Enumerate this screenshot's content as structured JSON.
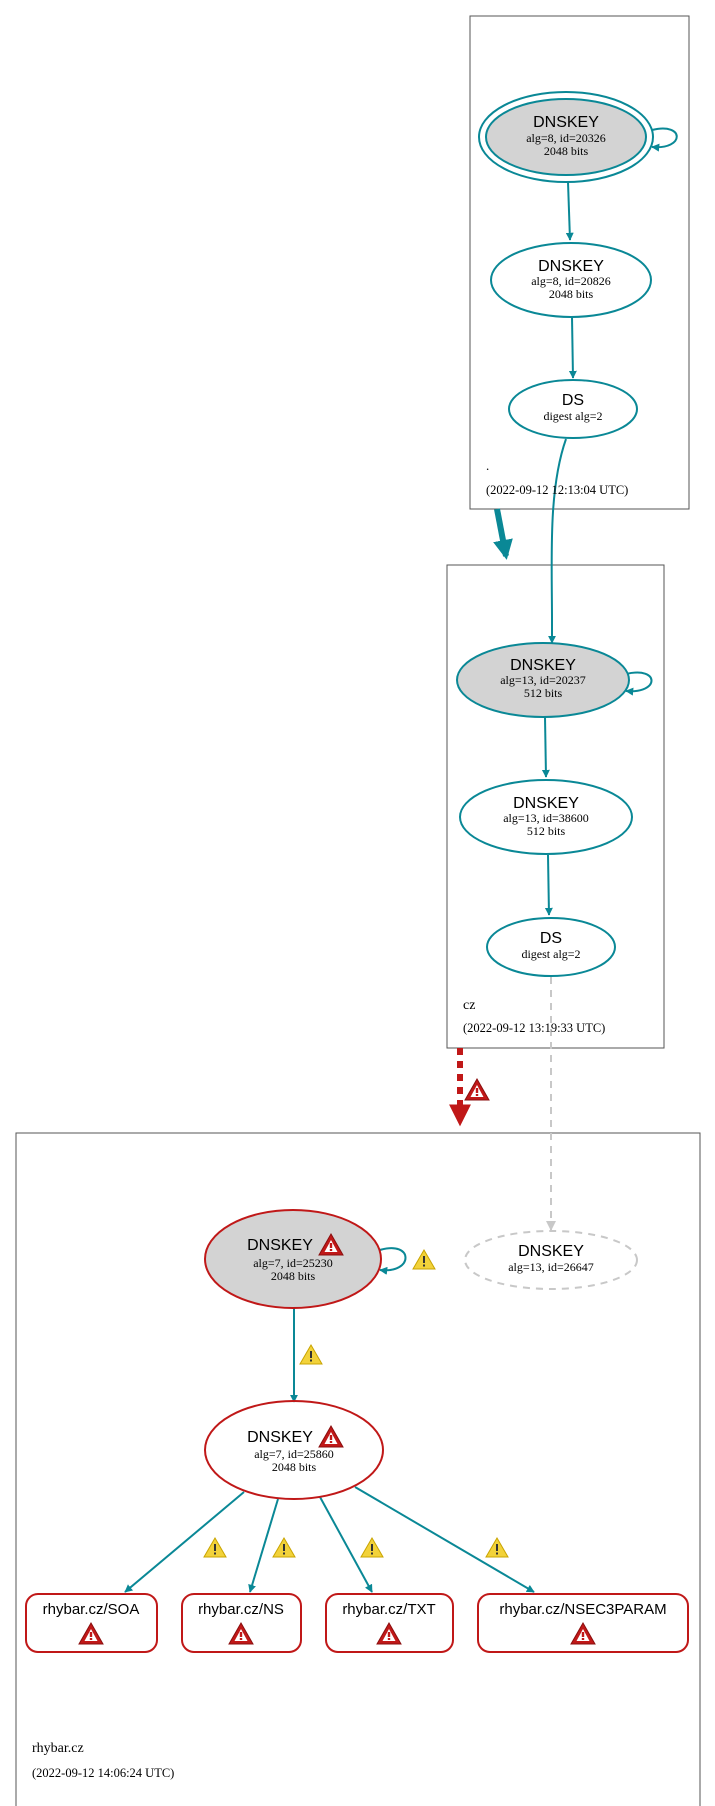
{
  "colors": {
    "teal": "#0a8896",
    "error_red": "#c01818",
    "warning_yellow": "#f2d23a",
    "gray_fill": "#d3d3d3",
    "dashed_gray": "#c8c8c8"
  },
  "zones": {
    "root": {
      "name": ".",
      "timestamp": "(2022-09-12 12:13:04 UTC)",
      "ksk": {
        "title": "DNSKEY",
        "line1": "alg=8, id=20326",
        "line2": "2048 bits"
      },
      "zsk": {
        "title": "DNSKEY",
        "line1": "alg=8, id=20826",
        "line2": "2048 bits"
      },
      "ds": {
        "title": "DS",
        "line1": "digest alg=2"
      }
    },
    "cz": {
      "name": "cz",
      "timestamp": "(2022-09-12 13:19:33 UTC)",
      "ksk": {
        "title": "DNSKEY",
        "line1": "alg=13, id=20237",
        "line2": "512 bits"
      },
      "zsk": {
        "title": "DNSKEY",
        "line1": "alg=13, id=38600",
        "line2": "512 bits"
      },
      "ds": {
        "title": "DS",
        "line1": "digest alg=2"
      }
    },
    "rhybar": {
      "name": "rhybar.cz",
      "timestamp": "(2022-09-12 14:06:24 UTC)",
      "ksk": {
        "title": "DNSKEY",
        "line1": "alg=7, id=25230",
        "line2": "2048 bits"
      },
      "missing_key": {
        "title": "DNSKEY",
        "line1": "alg=13, id=26647"
      },
      "zsk": {
        "title": "DNSKEY",
        "line1": "alg=7, id=25860",
        "line2": "2048 bits"
      },
      "rrsets": [
        {
          "label": "rhybar.cz/SOA"
        },
        {
          "label": "rhybar.cz/NS"
        },
        {
          "label": "rhybar.cz/TXT"
        },
        {
          "label": "rhybar.cz/NSEC3PARAM"
        }
      ]
    }
  }
}
